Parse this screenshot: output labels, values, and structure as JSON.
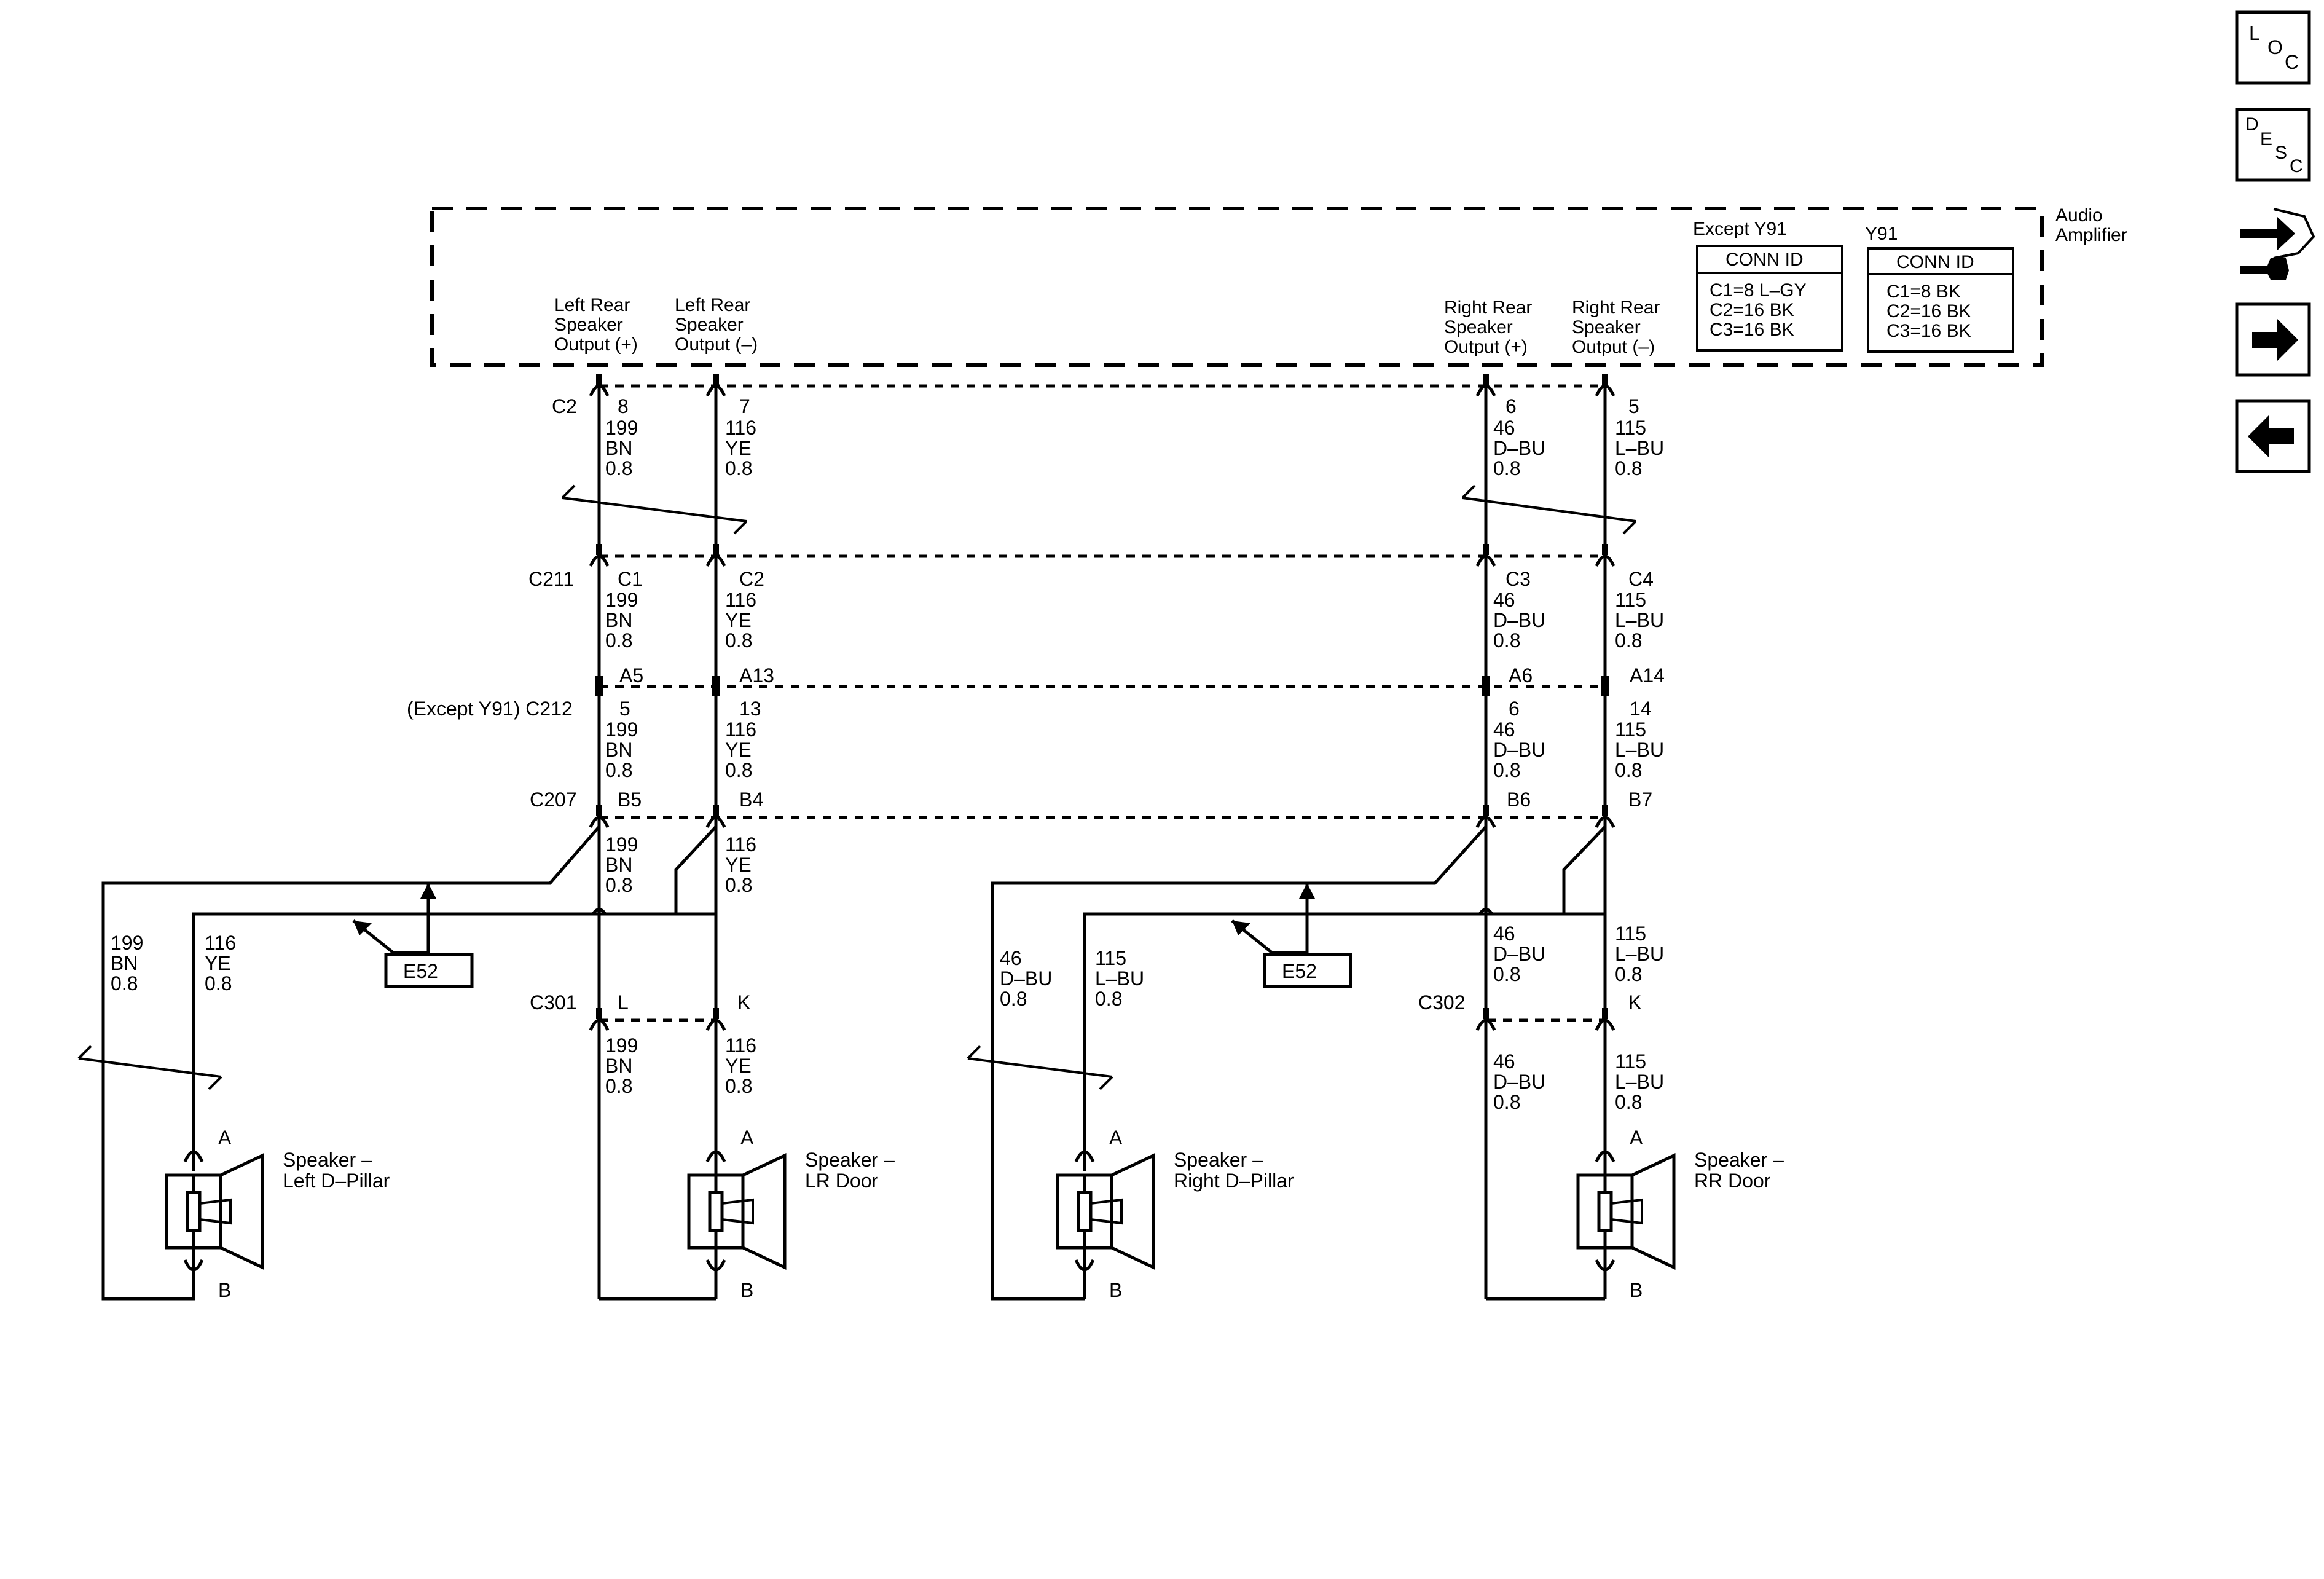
{
  "amplifier": {
    "name_line1": "Audio",
    "name_line2": "Amplifier",
    "outputs": [
      {
        "l1": "Left Rear",
        "l2": "Speaker",
        "l3": "Output (+)"
      },
      {
        "l1": "Left Rear",
        "l2": "Speaker",
        "l3": "Output (–)"
      },
      {
        "l1": "Right Rear",
        "l2": "Speaker",
        "l3": "Output (+)"
      },
      {
        "l1": "Right Rear",
        "l2": "Speaker",
        "l3": "Output (–)"
      }
    ],
    "conn_tables": [
      {
        "title": "Except Y91",
        "header": "CONN ID",
        "rows": [
          "C1=8 L–GY",
          "C2=16 BK",
          "C3=16 BK"
        ]
      },
      {
        "title": "Y91",
        "header": "CONN ID",
        "rows": [
          "C1=8 BK",
          "C2=16 BK",
          "C3=16 BK"
        ]
      }
    ]
  },
  "connectors": {
    "c2": "C2",
    "c211": "C211",
    "c212": "(Except Y91) C212",
    "c207": "C207",
    "c301": "C301",
    "c302": "C302"
  },
  "pins": {
    "c2": [
      "8",
      "7",
      "6",
      "5"
    ],
    "c211": [
      "C1",
      "C2",
      "C3",
      "C4"
    ],
    "c212_top": [
      "A5",
      "A13",
      "A6",
      "A14"
    ],
    "c212_bottom": [
      "5",
      "13",
      "6",
      "14"
    ],
    "c207": [
      "B5",
      "B4",
      "B6",
      "B7"
    ],
    "c301": [
      "L",
      "K"
    ],
    "c302": [
      "K"
    ]
  },
  "circuits": {
    "lr_pos": {
      "num": "199",
      "color": "BN",
      "gauge": "0.8"
    },
    "lr_neg": {
      "num": "116",
      "color": "YE",
      "gauge": "0.8"
    },
    "rr_pos": {
      "num": "46",
      "color": "D–BU",
      "gauge": "0.8"
    },
    "rr_neg": {
      "num": "115",
      "color": "L–BU",
      "gauge": "0.8"
    }
  },
  "ground": {
    "label": "E52"
  },
  "speakers": [
    {
      "l1": "Speaker –",
      "l2": "Left D–Pillar",
      "pin_a": "A",
      "pin_b": "B"
    },
    {
      "l1": "Speaker –",
      "l2": "LR Door",
      "pin_a": "A",
      "pin_b": "B"
    },
    {
      "l1": "Speaker –",
      "l2": "Right D–Pillar",
      "pin_a": "A",
      "pin_b": "B"
    },
    {
      "l1": "Speaker –",
      "l2": "RR Door",
      "pin_a": "A",
      "pin_b": "B"
    }
  ],
  "nav": {
    "loc": {
      "l": "L",
      "o": "O",
      "c": "C"
    },
    "desc": {
      "d": "D",
      "e": "E",
      "s": "S",
      "c": "C"
    }
  }
}
